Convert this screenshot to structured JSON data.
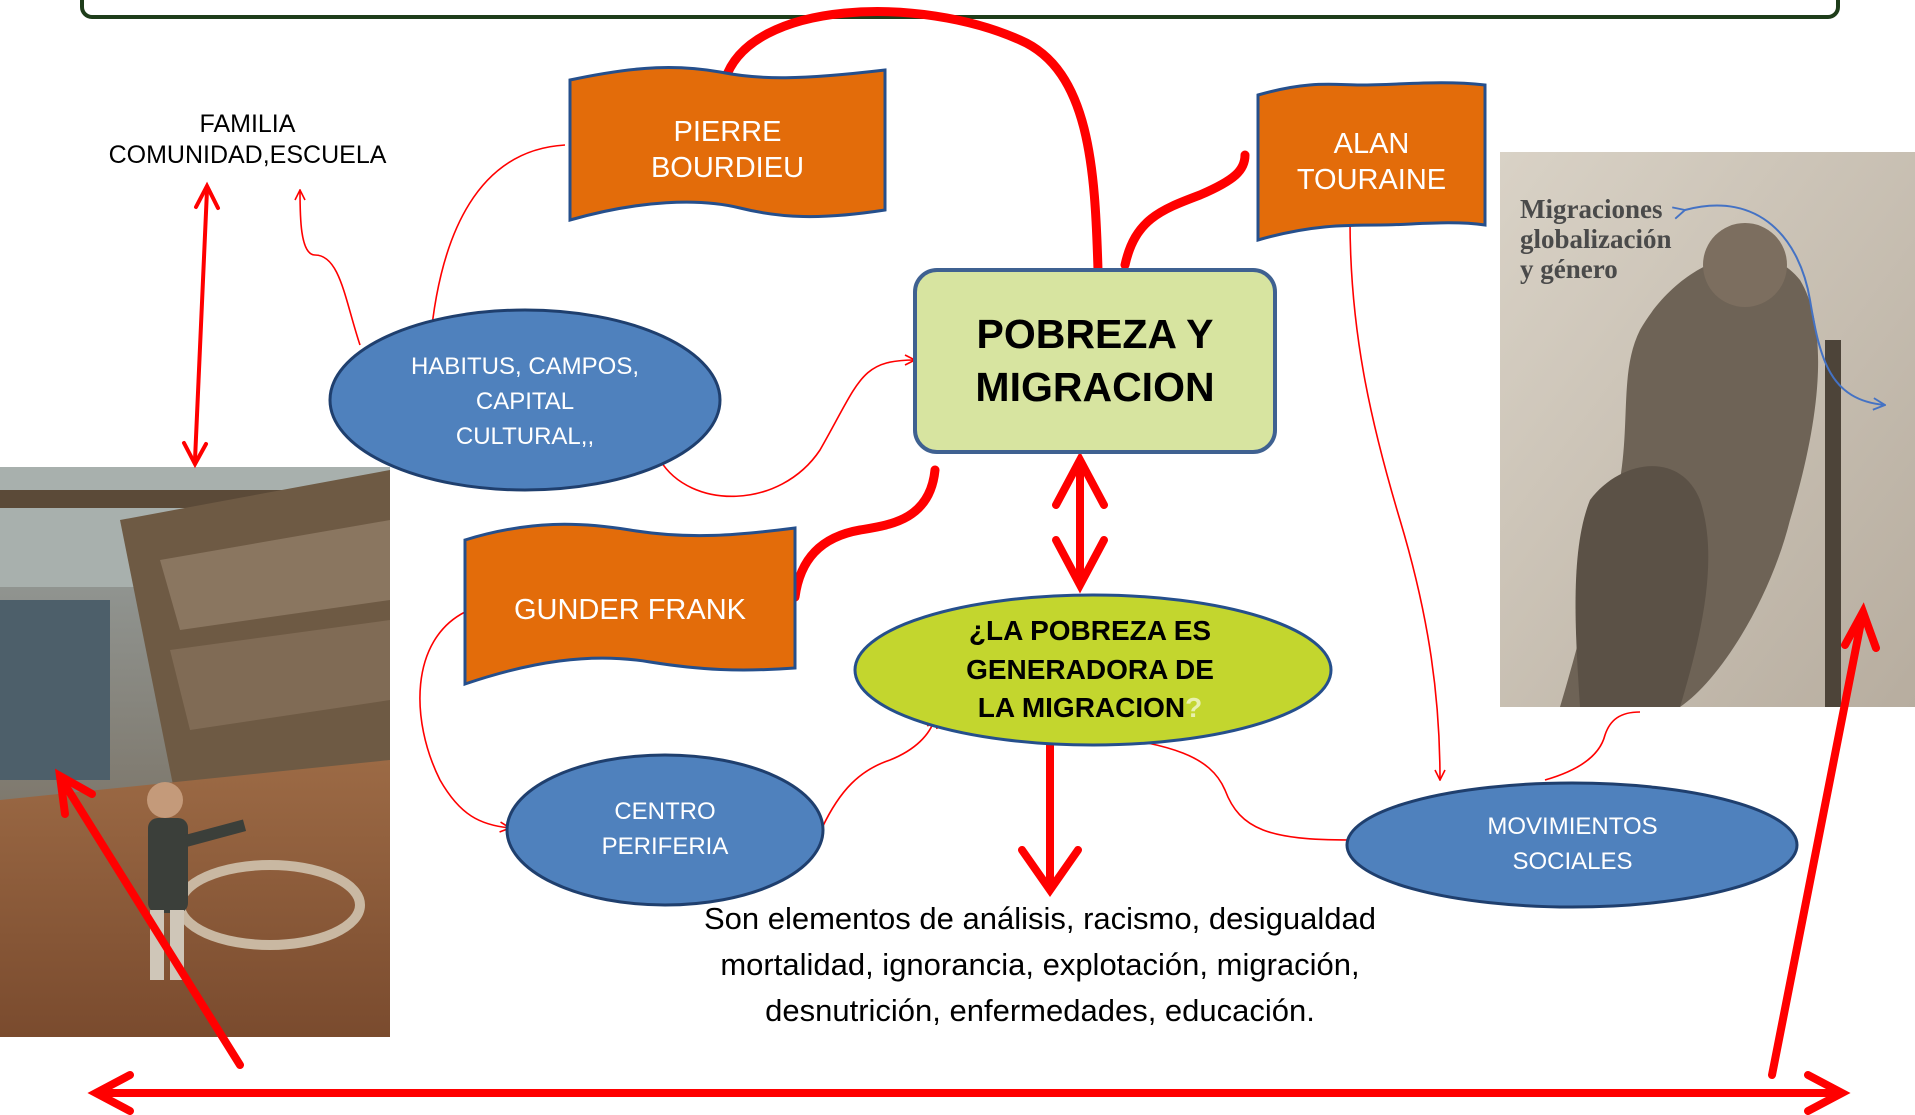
{
  "diagram": {
    "top_left_label": "FAMILIA\nCOMUNIDAD,ESCUELA",
    "center_box": "POBREZA Y\nMIGRACION",
    "banners": {
      "bourdieu": "PIERRE\nBOURDIEU",
      "touraine": "ALAN\nTOURAINE",
      "frank": "GUNDER FRANK"
    },
    "concepts": {
      "habitus": "HABITUS, CAMPOS,\nCAPITAL\nCULTURAL,,",
      "centro": "CENTRO\nPERIFERIA",
      "movimientos": "MOVIMIENTOS\nSOCIALES"
    },
    "question": {
      "line1": "¿LA POBREZA ES",
      "line2": "GENERADORA DE",
      "line3": "LA  MIGRACION",
      "mark": "?"
    },
    "summary": "Son elementos de análisis, racismo, desigualdad\nmortalidad, ignorancia, explotación, migración,\ndesnutrición, enfermedades, educación.",
    "book_cover": {
      "title_line1": "Migraciones",
      "title_line2": "globalización",
      "title_line3": "y género"
    }
  },
  "colors": {
    "banner_orange": "#E36C0A",
    "banner_border": "#254F8C",
    "ellipse_blue": "#4F81BD",
    "ellipse_border": "#1F3F6E",
    "center_green": "#D7E4A0",
    "question_green": "#C3D62E",
    "arrow_red": "#FF0000",
    "top_bar_green": "#1E3D1A",
    "curve_blue": "#4472C4"
  }
}
